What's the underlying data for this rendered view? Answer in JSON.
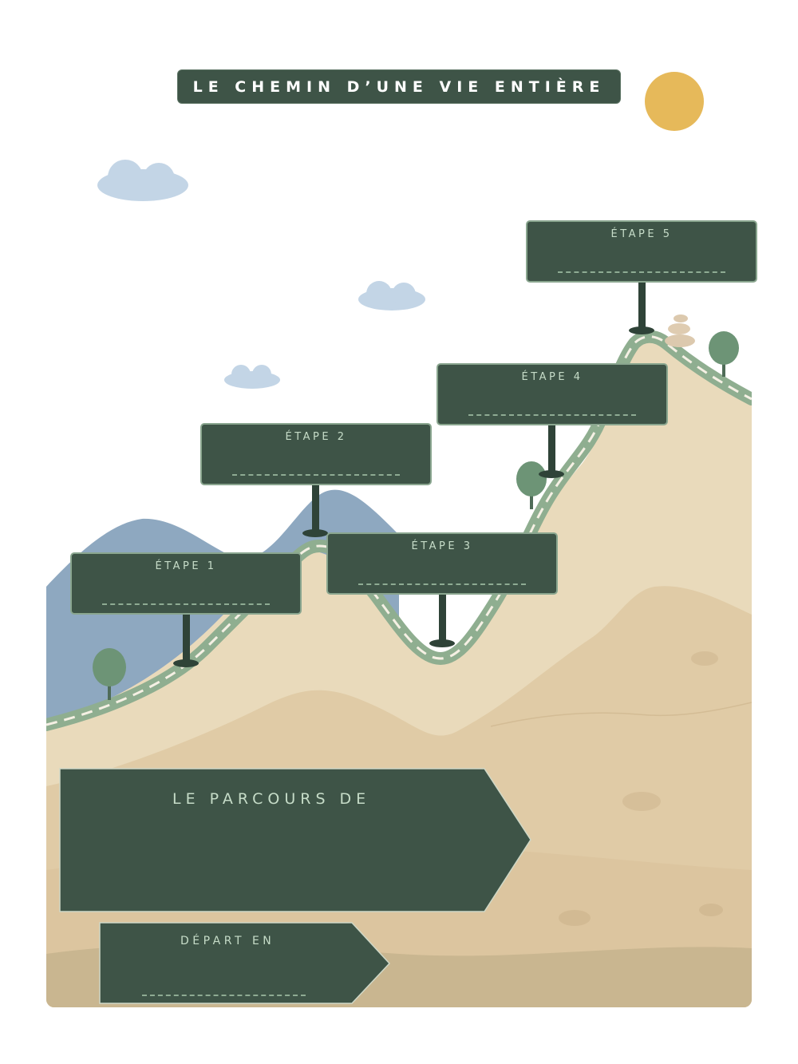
{
  "title": "LE CHEMIN D’UNE VIE ENTIÈRE",
  "steps": [
    {
      "label": "ÉTAPE 1"
    },
    {
      "label": "ÉTAPE 2"
    },
    {
      "label": "ÉTAPE 3"
    },
    {
      "label": "ÉTAPE 4"
    },
    {
      "label": "ÉTAPE 5"
    }
  ],
  "parcours_label": "LE PARCOURS DE",
  "depart_label": "DÉPART EN",
  "colors": {
    "sign_green": "#3e5447",
    "road_green": "#8fae90",
    "sand_light": "#e9dabb",
    "sand_mid": "#e0cba6",
    "sand_dark": "#c9b690",
    "mountain_blue": "#8ea8c0",
    "cloud_blue": "#c3d5e6",
    "sun_yellow": "#e6b95a",
    "tree_green": "#6d9476"
  }
}
